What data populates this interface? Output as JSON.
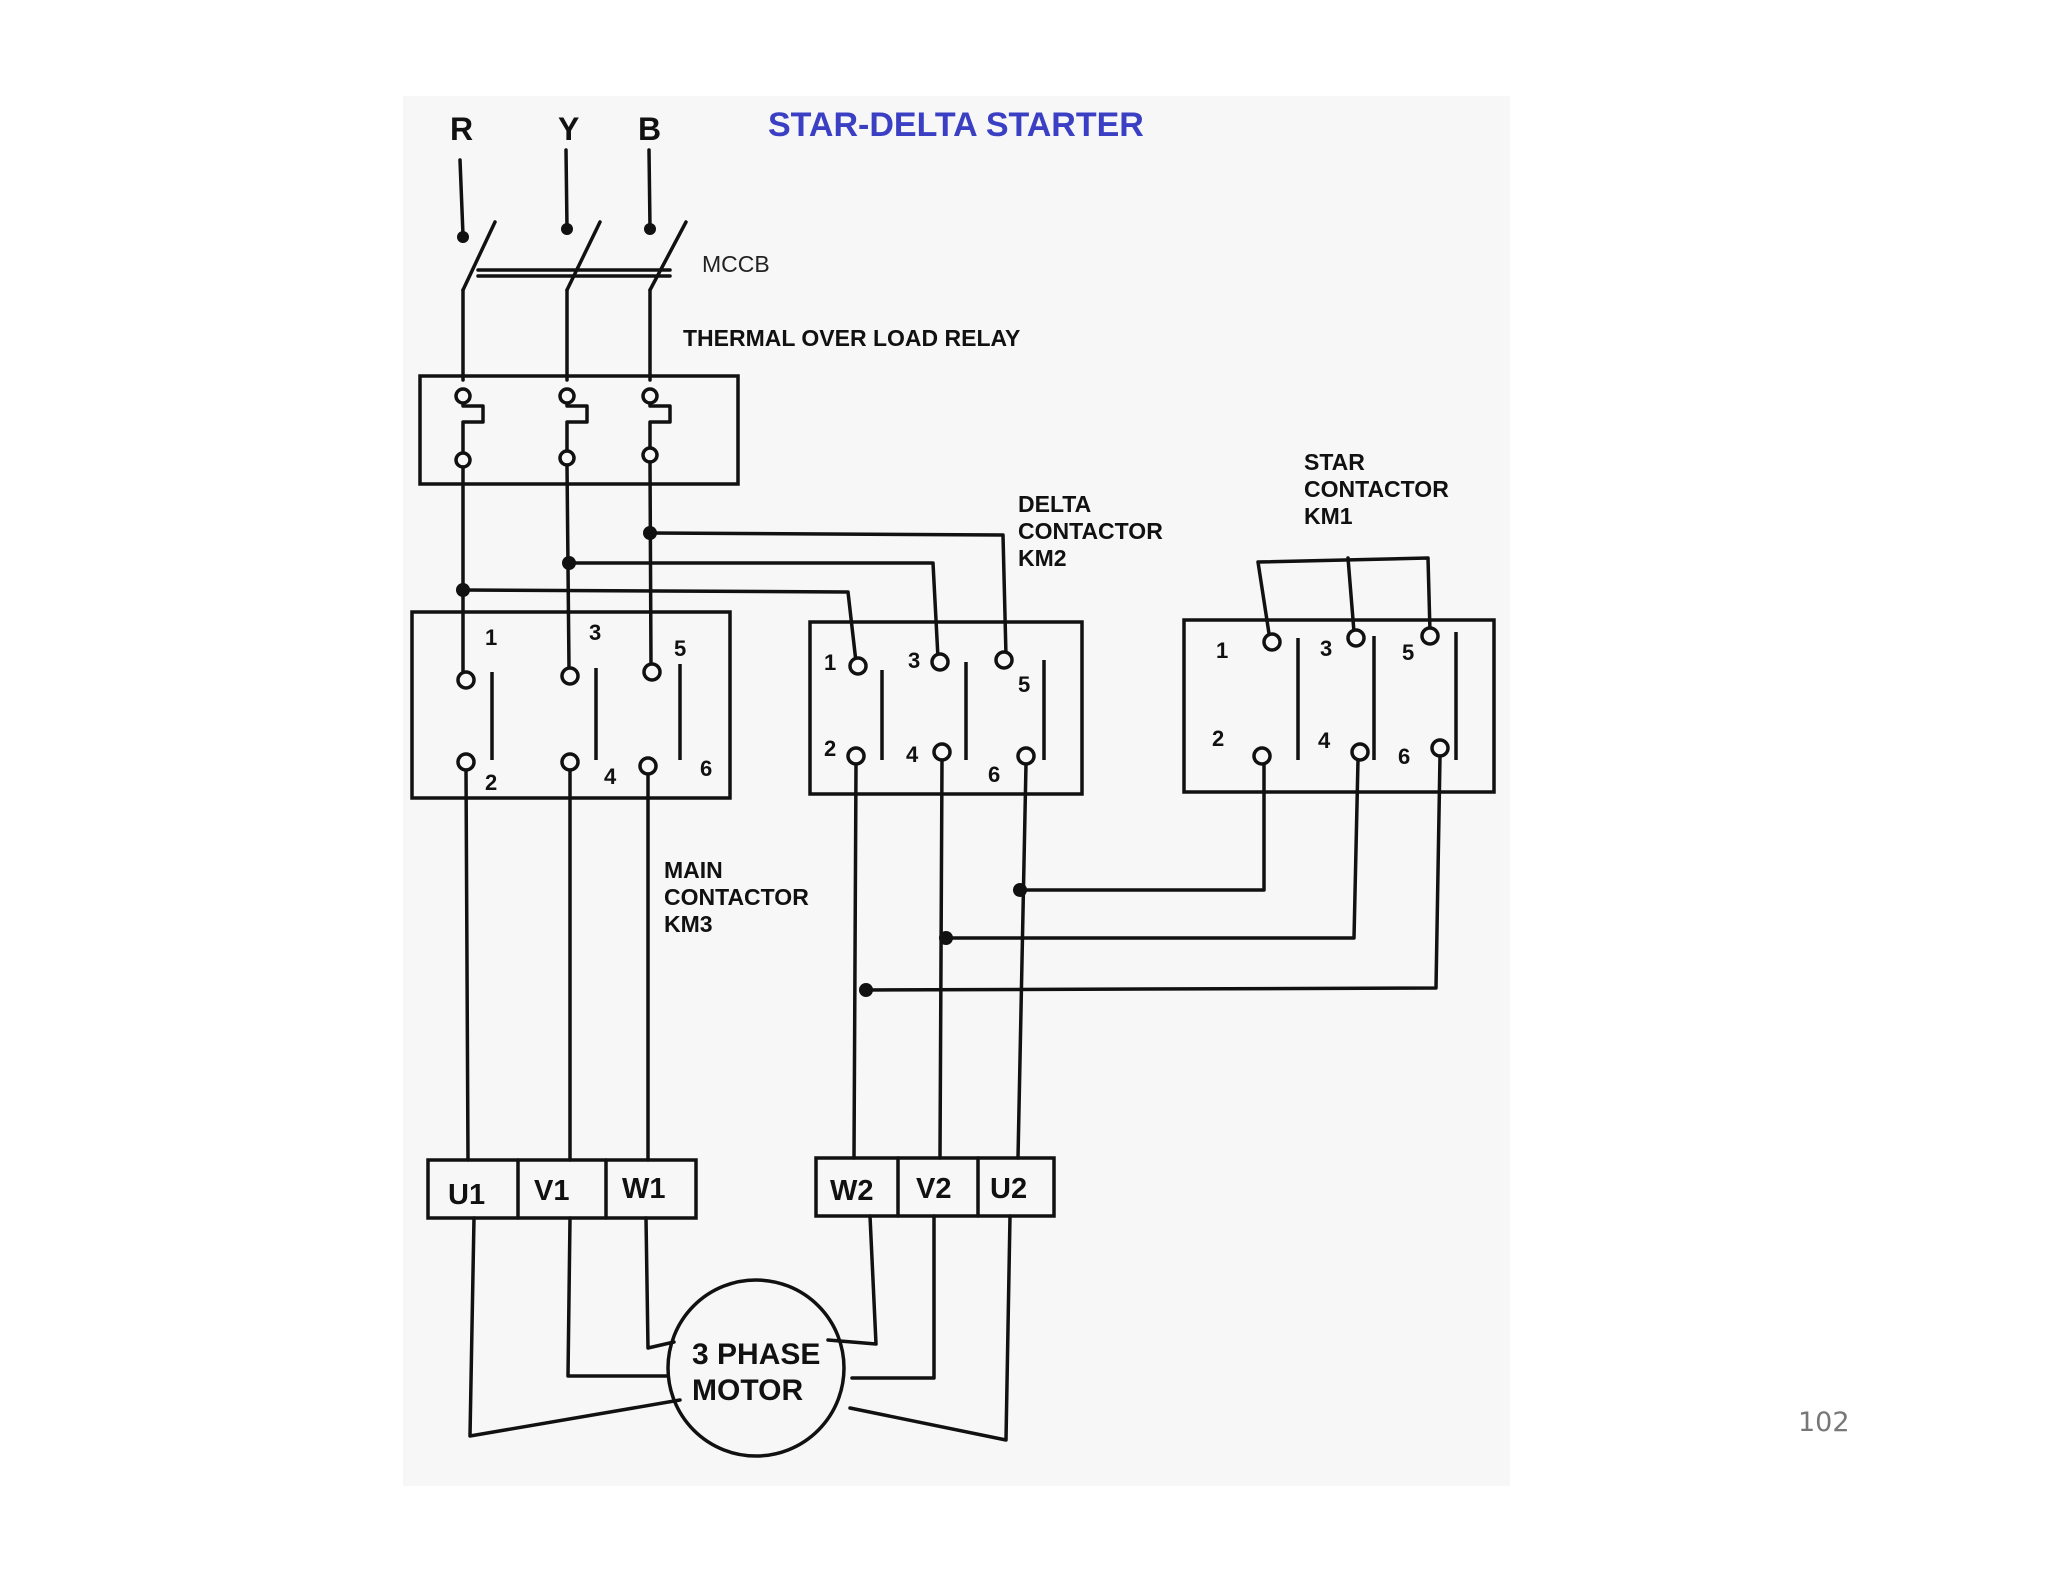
{
  "diagram": {
    "title": "STAR-DELTA STARTER",
    "title_color": "#3a3fc4",
    "phases": [
      "R",
      "Y",
      "B"
    ],
    "mccb_label": "MCCB",
    "overload_label": "THERMAL OVER LOAD RELAY",
    "main_contactor": {
      "line1": "MAIN",
      "line2": "CONTACTOR",
      "line3": "KM3",
      "pins": [
        "1",
        "2",
        "3",
        "4",
        "5",
        "6"
      ]
    },
    "delta_contactor": {
      "line1": "DELTA",
      "line2": "CONTACTOR",
      "line3": "KM2",
      "pins": [
        "1",
        "2",
        "3",
        "4",
        "5",
        "6"
      ]
    },
    "star_contactor": {
      "line1": "STAR",
      "line2": "CONTACTOR",
      "line3": "KM1",
      "pins": [
        "1",
        "2",
        "3",
        "4",
        "5",
        "6"
      ]
    },
    "motor_terminals_left": [
      "U1",
      "V1",
      "W1"
    ],
    "motor_terminals_right": [
      "W2",
      "V2",
      "U2"
    ],
    "motor": {
      "line1": "3 PHASE",
      "line2": "MOTOR"
    }
  },
  "slide_number": "102"
}
